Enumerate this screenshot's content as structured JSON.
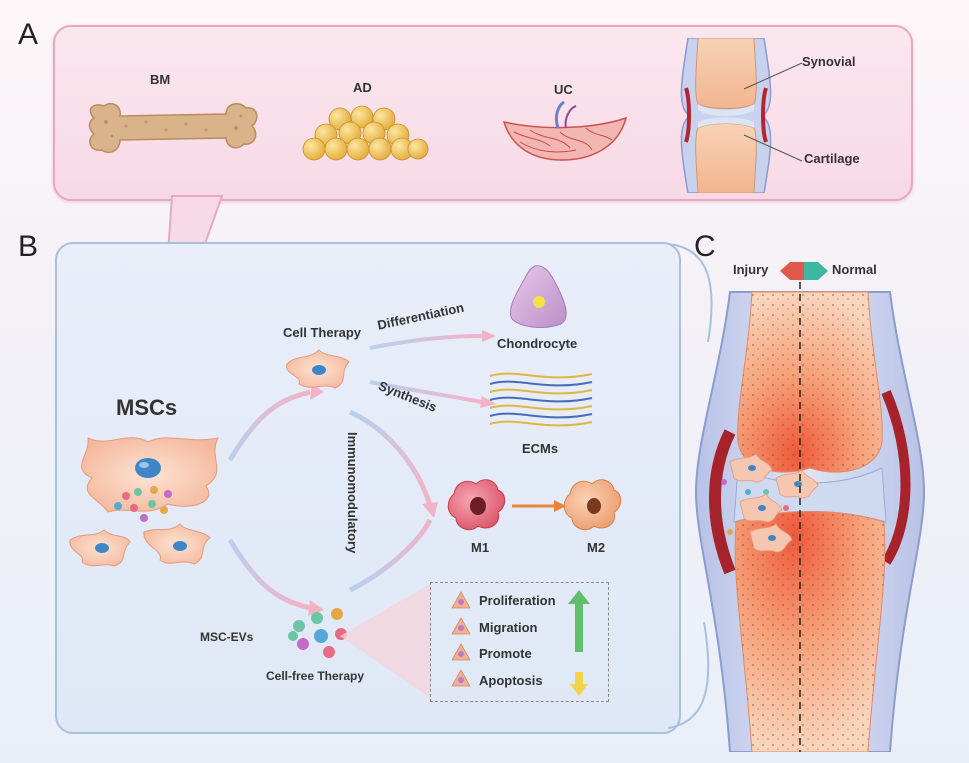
{
  "panels": {
    "a": "A",
    "b": "B",
    "c": "C"
  },
  "sources": {
    "bm": "BM",
    "ad": "AD",
    "uc": "UC"
  },
  "joint_a": {
    "synovial": "Synovial",
    "cartilage": "Cartilage"
  },
  "diagram_b": {
    "mscs": "MSCs",
    "cell_therapy": "Cell Therapy",
    "differentiation": "Differentiation",
    "chondrocyte": "Chondrocyte",
    "synthesis": "Synthesis",
    "ecms": "ECMs",
    "immunomodulatory": "Immunomodulatory",
    "m1": "M1",
    "m2": "M2",
    "msc_evs": "MSC-EVs",
    "cell_free_therapy": "Cell-free Therapy",
    "effects": [
      "Proliferation",
      "Migration",
      "Promote",
      "Apoptosis"
    ]
  },
  "joint_c": {
    "injury": "Injury",
    "normal": "Normal"
  },
  "colors": {
    "panel_a_border": "#e6a9bd",
    "panel_b_border": "#a9bfe0",
    "cell_fill": "#f6c7b0",
    "nucleus": "#3f86c8",
    "up_arrow": "#5fbf6a",
    "down_arrow": "#f2d24a",
    "injury_arrow": "#e05a4c",
    "normal_arrow": "#3db8a0"
  },
  "icons": [
    "bone-icon",
    "adipose-icon",
    "umbilical-cord-icon",
    "joint-icon",
    "cell-icon",
    "vesicle-icon",
    "macrophage-icon",
    "fiber-icon"
  ]
}
